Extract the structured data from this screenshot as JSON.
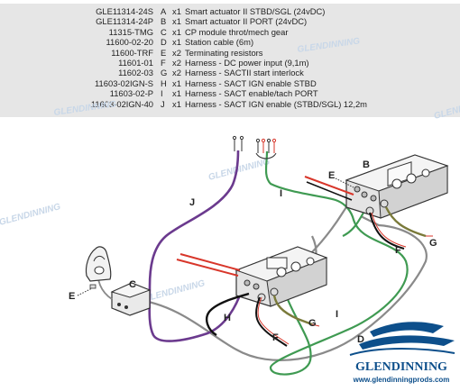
{
  "parts": [
    {
      "pn": "GLE11314-24S",
      "letter": "A",
      "qty": "x1",
      "desc": "Smart actuator II STBD/SGL (24vDC)"
    },
    {
      "pn": "GLE11314-24P",
      "letter": "B",
      "qty": "x1",
      "desc": "Smart actuator II PORT (24vDC)"
    },
    {
      "pn": "11315-TMG",
      "letter": "C",
      "qty": "x1",
      "desc": "CP module throt/mech gear"
    },
    {
      "pn": "11600-02-20",
      "letter": "D",
      "qty": "x1",
      "desc": "Station cable (6m)"
    },
    {
      "pn": "11600-TRF",
      "letter": "E",
      "qty": "x2",
      "desc": "Terminating resistors"
    },
    {
      "pn": "11601-01",
      "letter": "F",
      "qty": "x2",
      "desc": "Harness - DC power input (9,1m)"
    },
    {
      "pn": "11602-03",
      "letter": "G",
      "qty": "x2",
      "desc": "Harness - SACTII start interlock"
    },
    {
      "pn": "11603-02IGN-S",
      "letter": "H",
      "qty": "x1",
      "desc": "Harness - SACT IGN enable STBD"
    },
    {
      "pn": "11603-02-P",
      "letter": "I",
      "qty": "x1",
      "desc": "Harness - SACT enable/tach PORT"
    },
    {
      "pn": "11603-02IGN-40",
      "letter": "J",
      "qty": "x1",
      "desc": "Harness - SACT IGN enable (STBD/SGL) 12,2m"
    }
  ],
  "labels": {
    "B": "B",
    "C": "C",
    "D": "D",
    "E1": "E",
    "E2": "E",
    "F1": "F",
    "F2": "F",
    "G1": "G",
    "G2": "G",
    "H": "H",
    "I1": "I",
    "I2": "I",
    "J": "J"
  },
  "logo": {
    "brand": "GLENDINNING",
    "url": "www.glendinningprods.com"
  },
  "watermark": "GLENDINNING",
  "colors": {
    "purple": "#6b3a8e",
    "green": "#3f9a52",
    "red": "#d8362a",
    "gray": "#8a8a8a",
    "box": "#ececec",
    "brand": "#0d4f8b"
  }
}
